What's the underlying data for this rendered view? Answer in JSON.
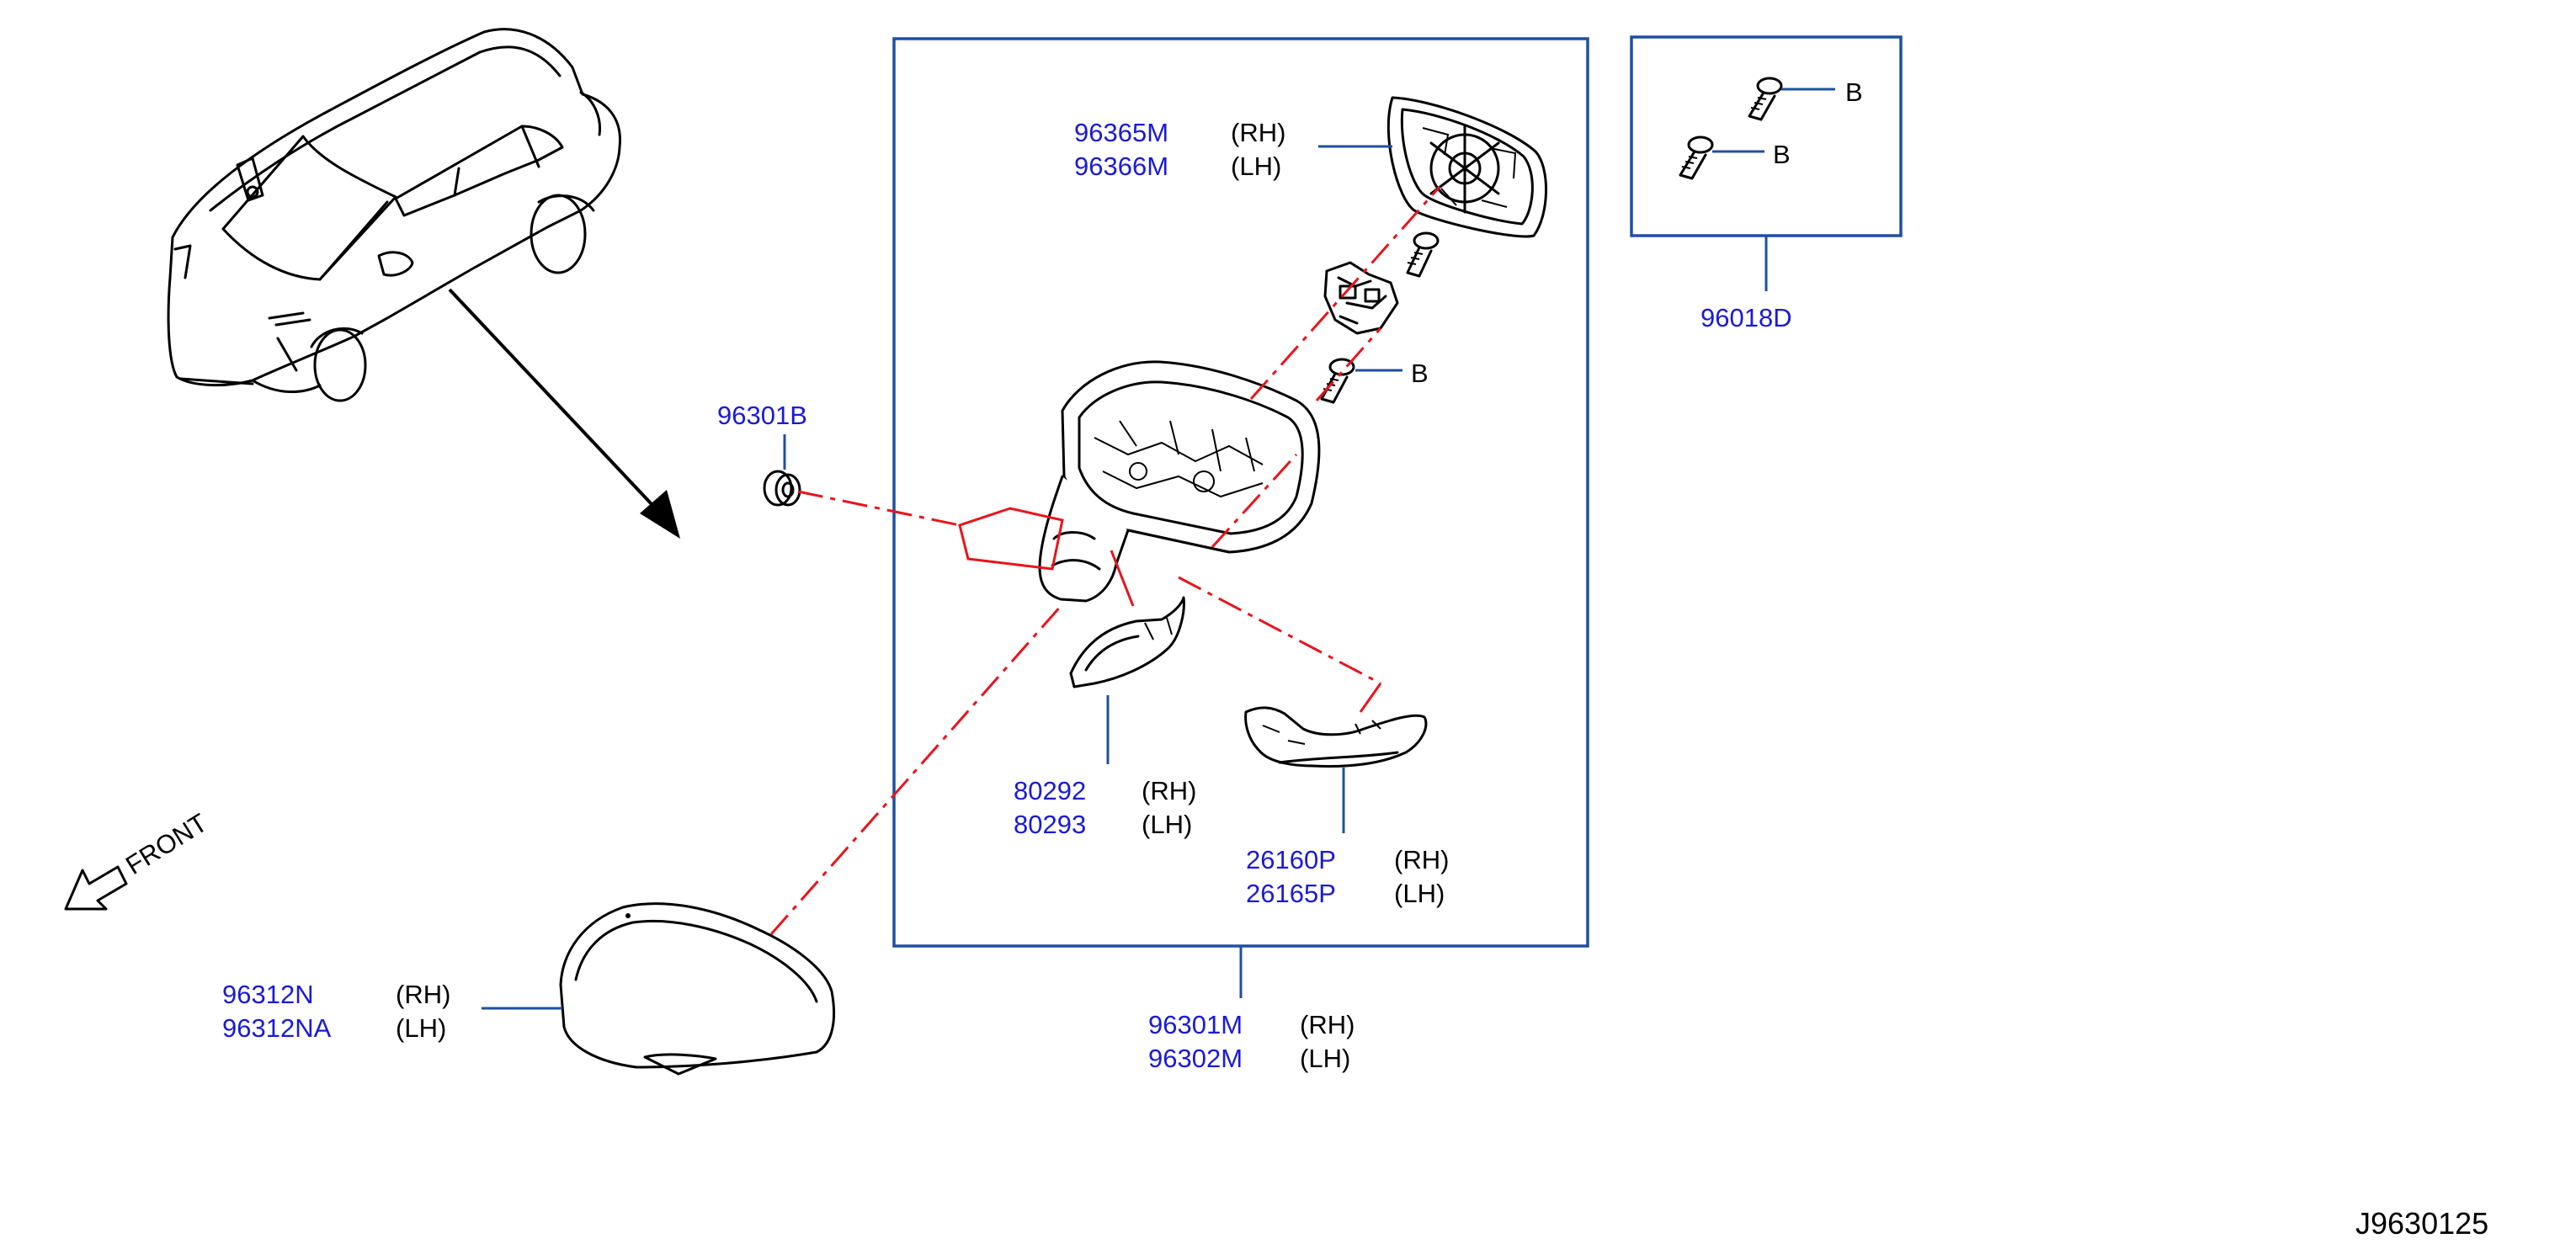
{
  "diagram_id": "J9630125",
  "front_label": "FRONT",
  "parts": {
    "mirror_glass": {
      "rh": "96365M",
      "lh": "96366M"
    },
    "screw_set": {
      "number": "96018D",
      "callout": "B"
    },
    "screw_callout": "B",
    "grommet": {
      "number": "96301B"
    },
    "lower_cover": {
      "rh": "80292",
      "lh": "80293"
    },
    "turn_lamp": {
      "rh": "26160P",
      "lh": "26165P"
    },
    "mirror_assy": {
      "rh": "96301M",
      "lh": "96302M"
    },
    "mirror_cap": {
      "rh": "96312N",
      "lh": "96312NA"
    }
  },
  "side_labels": {
    "rh": "(RH)",
    "lh": "(LH)"
  },
  "colors": {
    "part_number": "#1a1ad6",
    "leader": "#1f4fa0",
    "dash_line": "#e8141c",
    "linework": "#000000"
  }
}
